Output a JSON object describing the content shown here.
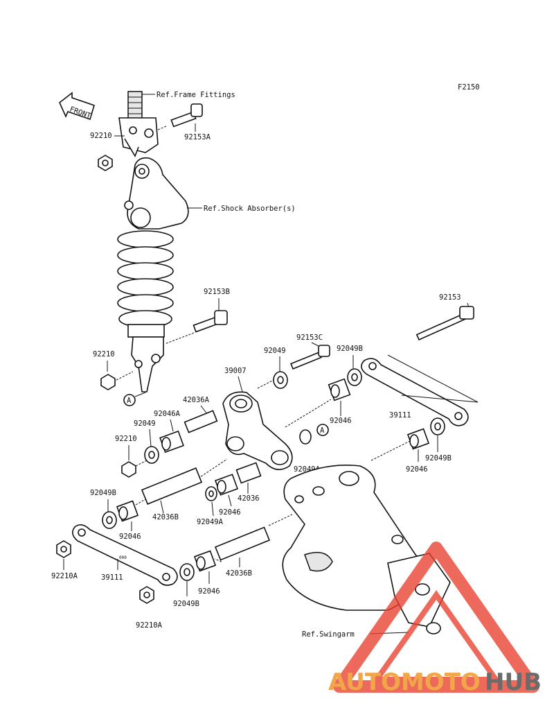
{
  "figure_code": "F2150",
  "front_label": "FRONT",
  "ref_labels": {
    "frame_fittings": "Ref.Frame Fittings",
    "shock_absorber": "Ref.Shock Absorber(s)",
    "swingarm": "Ref.Swingarm"
  },
  "callouts": [
    {
      "id": "92210-top",
      "text": "92210"
    },
    {
      "id": "92153A",
      "text": "92153A"
    },
    {
      "id": "92153B",
      "text": "92153B"
    },
    {
      "id": "92210-mid",
      "text": "92210"
    },
    {
      "id": "A-left",
      "text": "A"
    },
    {
      "id": "92153",
      "text": "92153"
    },
    {
      "id": "92153C",
      "text": "92153C"
    },
    {
      "id": "92049-top",
      "text": "92049"
    },
    {
      "id": "92049B-top",
      "text": "92049B"
    },
    {
      "id": "39007",
      "text": "39007"
    },
    {
      "id": "42036A",
      "text": "42036A"
    },
    {
      "id": "92046-right-top",
      "text": "92046"
    },
    {
      "id": "39111-right",
      "text": "39111"
    },
    {
      "id": "92046A",
      "text": "92046A"
    },
    {
      "id": "92049-left",
      "text": "92049"
    },
    {
      "id": "92210-left",
      "text": "92210"
    },
    {
      "id": "A-right",
      "text": "A"
    },
    {
      "id": "92049A-top",
      "text": "92049A"
    },
    {
      "id": "92049B-right",
      "text": "92049B"
    },
    {
      "id": "92046-right",
      "text": "92046"
    },
    {
      "id": "92049B-left",
      "text": "92049B"
    },
    {
      "id": "42036B-top",
      "text": "42036B"
    },
    {
      "id": "42036",
      "text": "42036"
    },
    {
      "id": "92046-mid",
      "text": "92046"
    },
    {
      "id": "92049A-mid",
      "text": "92049A"
    },
    {
      "id": "92046-left",
      "text": "92046"
    },
    {
      "id": "92210A-left",
      "text": "92210A"
    },
    {
      "id": "39111-left",
      "text": "39111"
    },
    {
      "id": "92046-low",
      "text": "92046"
    },
    {
      "id": "42036B-low",
      "text": "42036B"
    },
    {
      "id": "92049B-low",
      "text": "92049B"
    },
    {
      "id": "92210A-low",
      "text": "92210A"
    }
  ],
  "watermark": {
    "part1": "AUTOMOTO",
    "part2": "HUB",
    "color1": "#f2a64a",
    "color2": "#6b6b6b",
    "triangle_color": "#e8402e"
  }
}
